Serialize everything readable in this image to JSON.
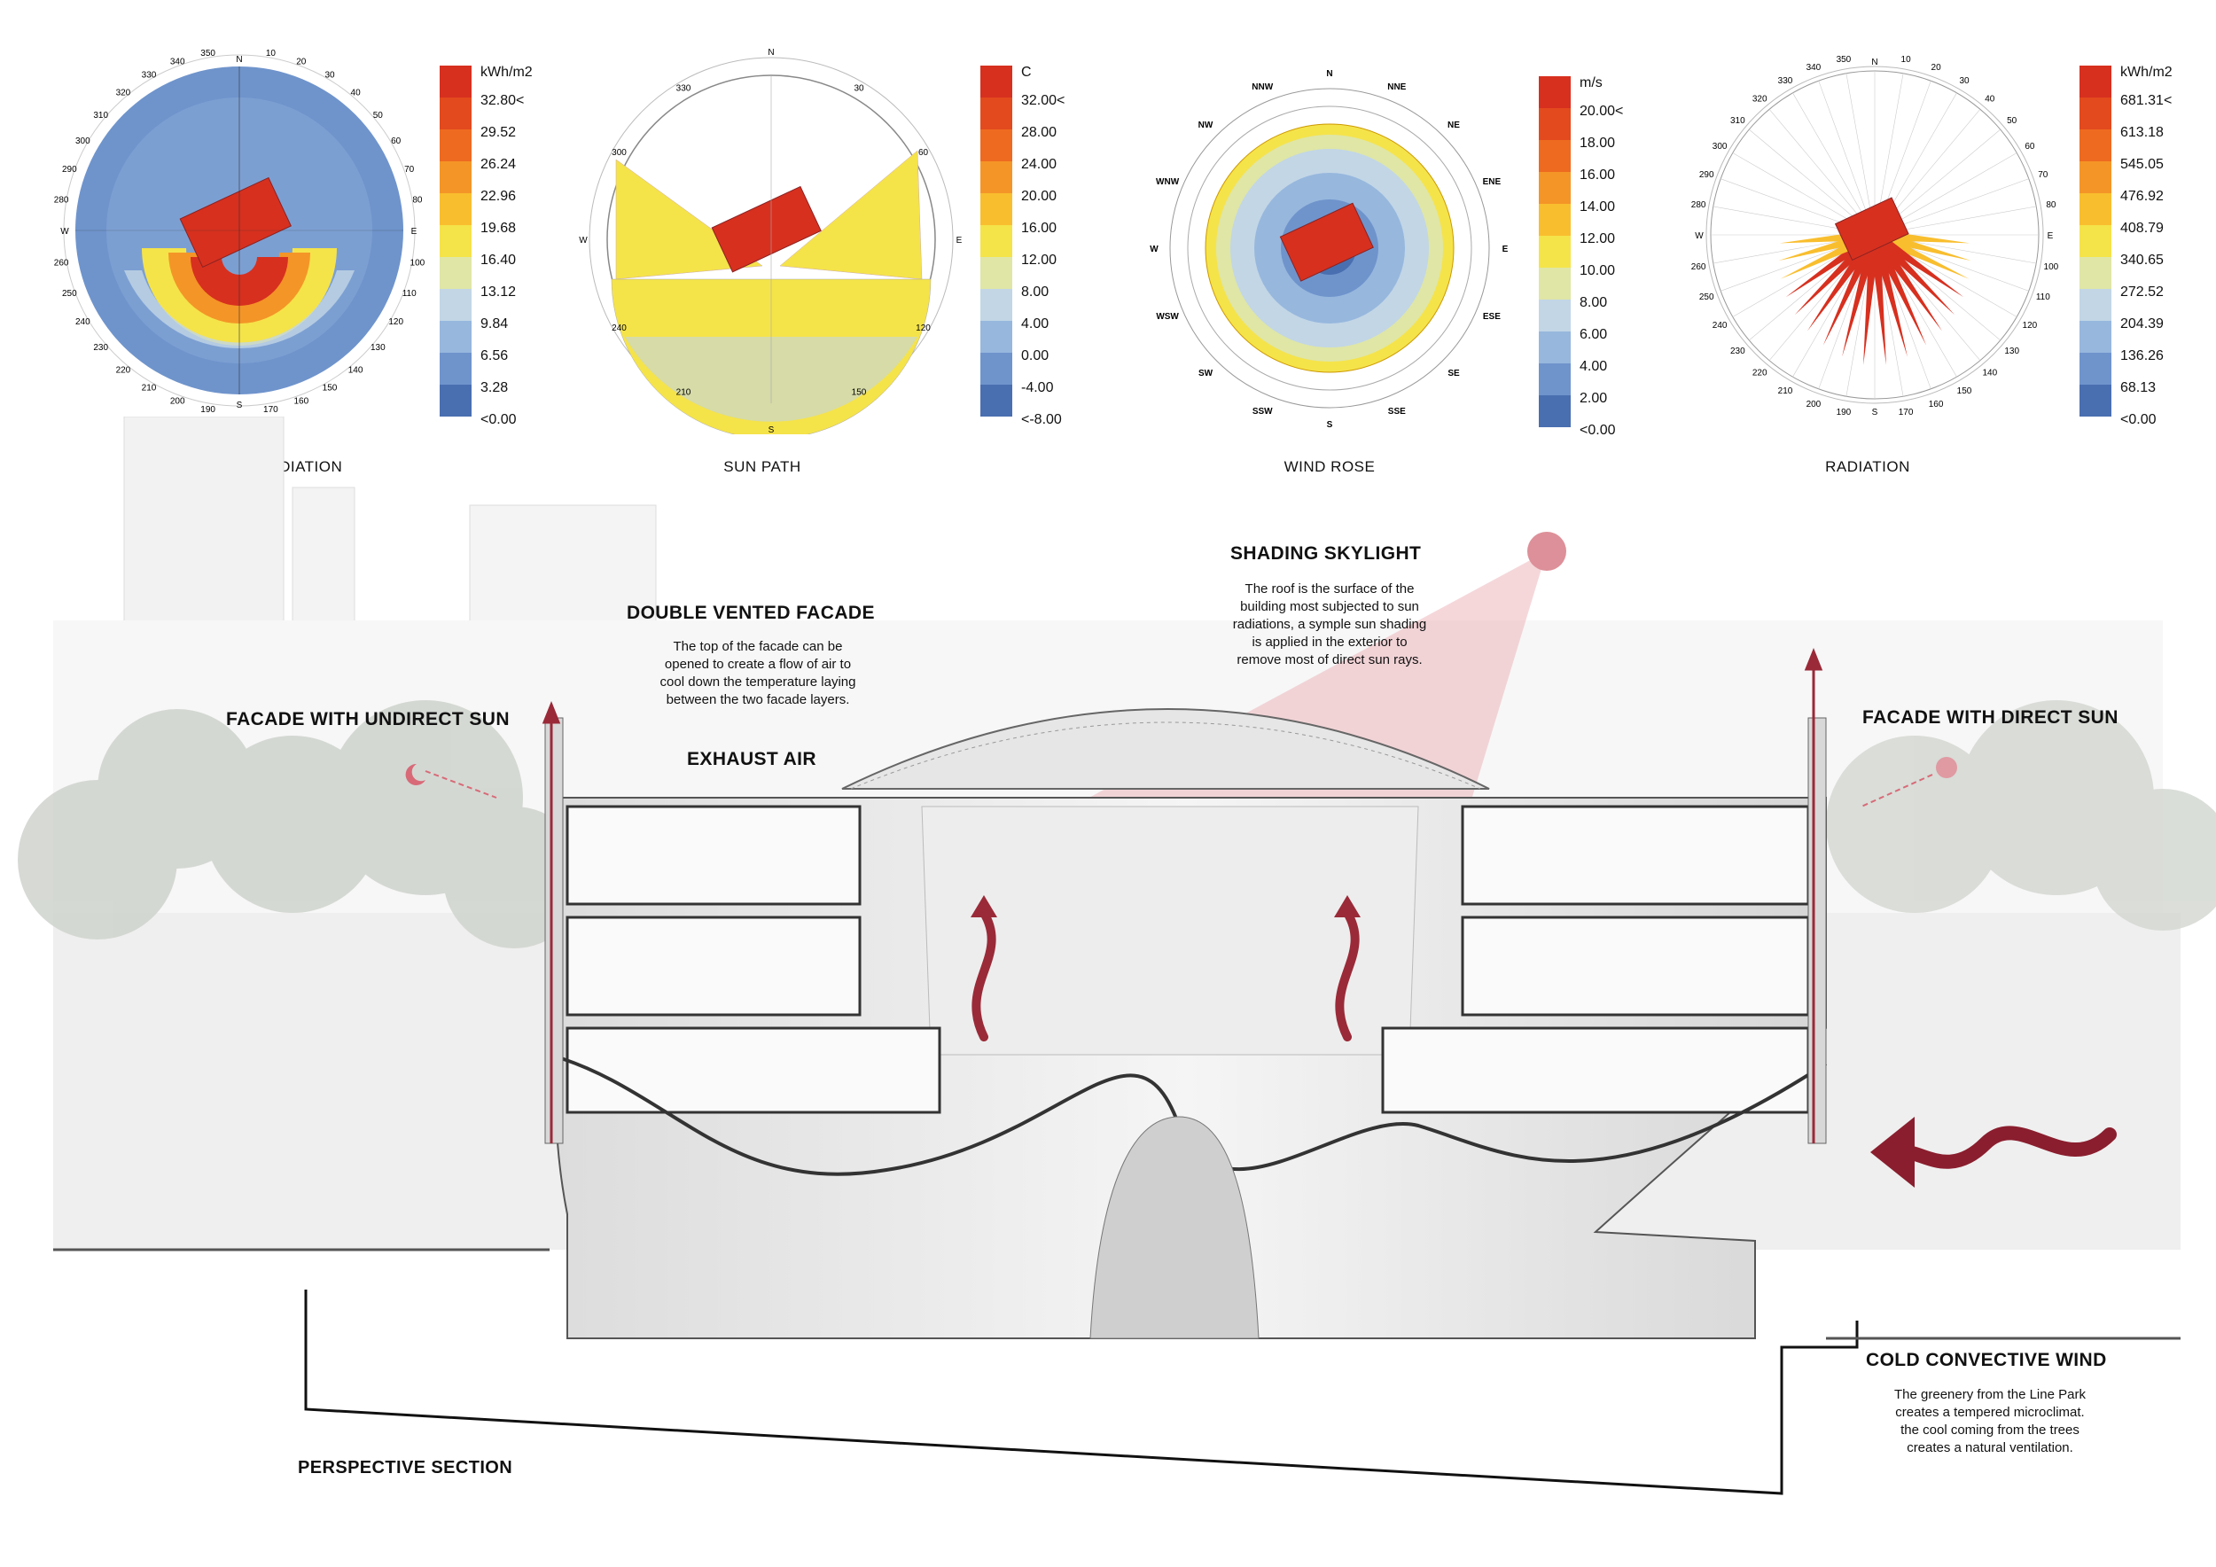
{
  "diagrams": {
    "sun_sphere": {
      "title": "SUN SPHERE RADIATION",
      "compass": {
        "N": "N",
        "E": "E",
        "S": "S",
        "W": "W"
      },
      "degrees": [
        "10",
        "20",
        "30",
        "40",
        "50",
        "60",
        "70",
        "80",
        "100",
        "110",
        "120",
        "130",
        "140",
        "150",
        "160",
        "170",
        "190",
        "200",
        "210",
        "220",
        "230",
        "240",
        "250",
        "260",
        "280",
        "290",
        "300",
        "310",
        "320",
        "330",
        "340",
        "350"
      ],
      "scale": {
        "unit": "kWh/m2",
        "labels": [
          "32.80<",
          "29.52",
          "26.24",
          "22.96",
          "19.68",
          "16.40",
          "13.12",
          "9.84",
          "6.56",
          "3.28",
          "<0.00"
        ]
      }
    },
    "sun_path": {
      "title": "SUN PATH",
      "compass": {
        "N": "N",
        "E": "E",
        "S": "S",
        "W": "W"
      },
      "degrees": [
        "30",
        "60",
        "120",
        "150",
        "210",
        "240",
        "300",
        "330"
      ],
      "scale": {
        "unit": "C",
        "labels": [
          "32.00<",
          "28.00",
          "24.00",
          "20.00",
          "16.00",
          "12.00",
          "8.00",
          "4.00",
          "0.00",
          "-4.00",
          "<-8.00"
        ]
      }
    },
    "wind_rose": {
      "title": "WIND ROSE",
      "directions": [
        "N",
        "NNE",
        "NE",
        "ENE",
        "E",
        "ESE",
        "SE",
        "SSE",
        "S",
        "SSW",
        "SW",
        "WSW",
        "W",
        "WNW",
        "NW",
        "NNW"
      ],
      "scale": {
        "unit": "m/s",
        "labels": [
          "20.00<",
          "18.00",
          "16.00",
          "14.00",
          "12.00",
          "10.00",
          "8.00",
          "6.00",
          "4.00",
          "2.00",
          "<0.00"
        ]
      }
    },
    "radiation": {
      "title": "RADIATION",
      "compass": {
        "N": "N",
        "E": "E",
        "S": "S",
        "W": "W"
      },
      "degrees": [
        "10",
        "20",
        "30",
        "40",
        "50",
        "60",
        "70",
        "80",
        "100",
        "110",
        "120",
        "130",
        "140",
        "150",
        "160",
        "170",
        "190",
        "200",
        "210",
        "220",
        "230",
        "240",
        "250",
        "260",
        "280",
        "290",
        "300",
        "310",
        "320",
        "330",
        "340",
        "350"
      ],
      "scale": {
        "unit": "kWh/m2",
        "labels": [
          "681.31<",
          "613.18",
          "545.05",
          "476.92",
          "408.79",
          "340.65",
          "272.52",
          "204.39",
          "136.26",
          "68.13",
          "<0.00"
        ]
      }
    },
    "scale_colors": [
      "#d7301f",
      "#e34a1e",
      "#ee6a20",
      "#f49527",
      "#f9be2e",
      "#f5e34a",
      "#dfe6a6",
      "#c2d6e6",
      "#97b7dd",
      "#6f94cc",
      "#4a6fb0"
    ]
  },
  "section": {
    "shading_skylight": {
      "heading": "SHADING SKYLIGHT",
      "body": [
        "The roof is the surface of the",
        "building most subjected to sun",
        "radiations, a symple sun shading",
        "is applied in the exterior to",
        "remove most of direct sun rays."
      ]
    },
    "double_vented": {
      "heading": "DOUBLE VENTED FACADE",
      "body": [
        "The top of the facade can be",
        "opened to create a flow of air to",
        "cool down the temperature laying",
        "between the two facade layers."
      ]
    },
    "facade_undirect": "FACADE WITH UNDIRECT SUN",
    "facade_direct": "FACADE WITH DIRECT SUN",
    "exhaust_air": "EXHAUST AIR",
    "cold_wind": {
      "heading": "COLD CONVECTIVE WIND",
      "body": [
        "The greenery from the Line Park",
        "creates a tempered microclimat.",
        "the cool coming from the trees",
        "creates a natural ventilation."
      ]
    },
    "perspective": "PERSPECTIVE SECTION"
  }
}
